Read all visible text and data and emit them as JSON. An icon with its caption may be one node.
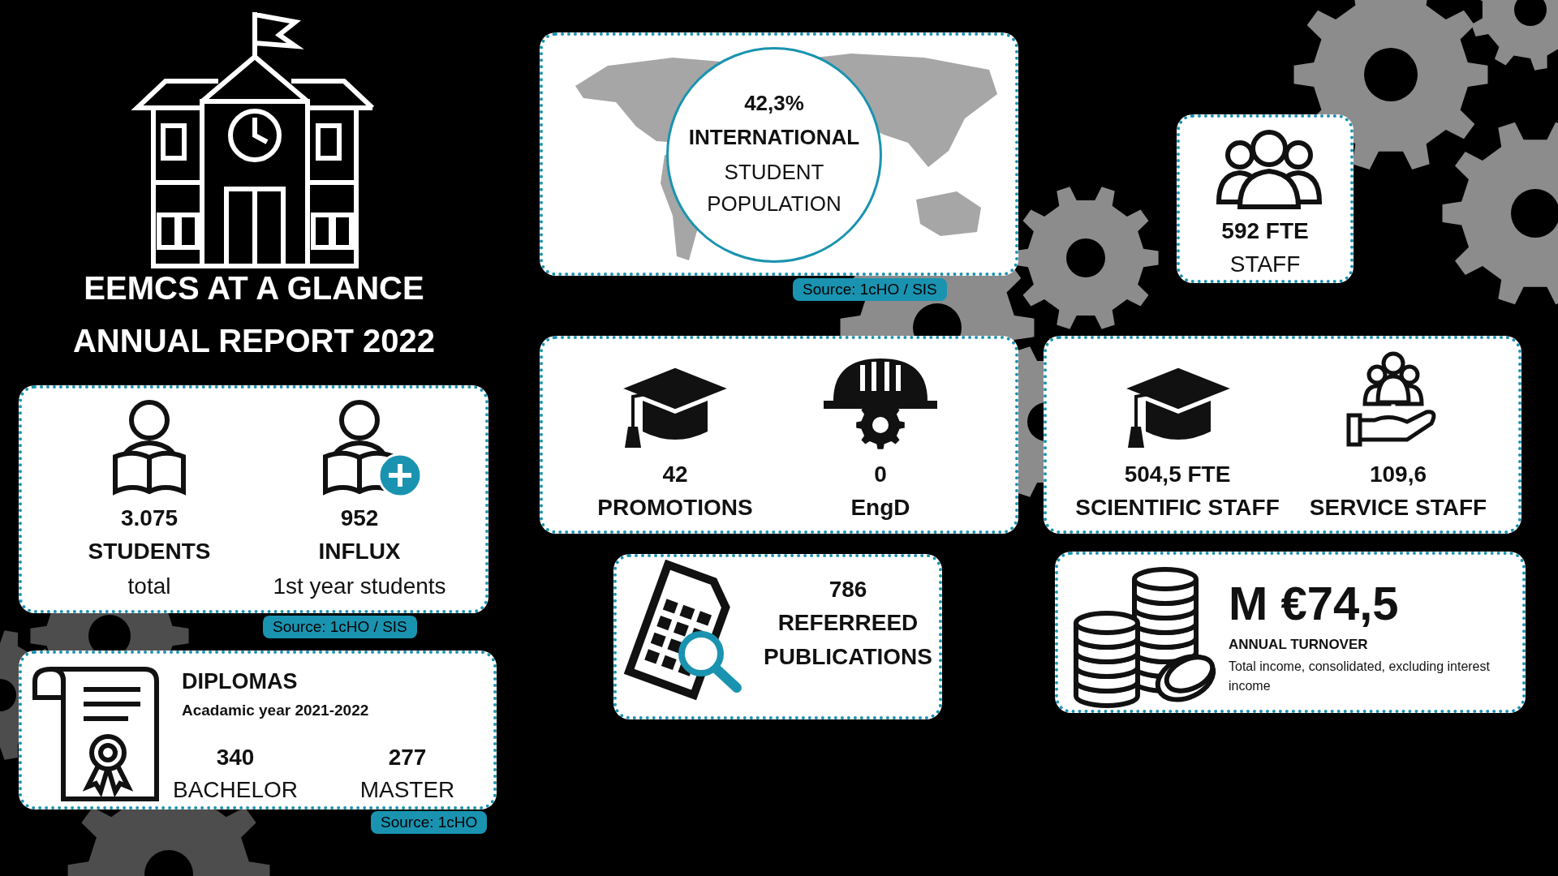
{
  "diagram": {
    "title": "EEMCS AT A GLANCE",
    "nodes": [
      {
        "text": [],
        "shape": "box",
        "beside": [
          "Source: 1cHO / SIS"
        ]
      },
      {
        "text": [
          "42,3%",
          "INTERNATIONAL",
          "STUDENT POPULATION"
        ],
        "in": 0
      },
      {
        "text": [
          "592 FTE",
          "STAFF"
        ]
      },
      {
        "text": [
          "3.075",
          "STUDENTS",
          "total",
          "952",
          "INFLUX",
          "1st year students"
        ],
        "beside": [
          "Source: 1cHO / SIS"
        ]
      },
      {
        "text": [
          "42",
          "PROMOTIONS",
          "0",
          "EngD"
        ]
      },
      {
        "text": [
          "504,5 FTE",
          "SCIENTIFIC STAFF",
          "109,6",
          "SERVICE STAFF"
        ]
      },
      {
        "text": [
          "DIPLOMAS",
          "Acadamic year 2021-2022",
          "340",
          "BACHELOR",
          "277",
          "MASTER"
        ],
        "beside": [
          "Source: 1cHO"
        ]
      },
      {
        "text": [
          "786",
          "REFERREED PUBLICATIONS"
        ]
      },
      {
        "text": [
          "M €74,5",
          "ANNUAL TURNOVER",
          "Total income, consolidated, excluding interest income"
        ]
      }
    ],
    "labels": [
      "ANNUAL REPORT 2022"
    ]
  }
}
